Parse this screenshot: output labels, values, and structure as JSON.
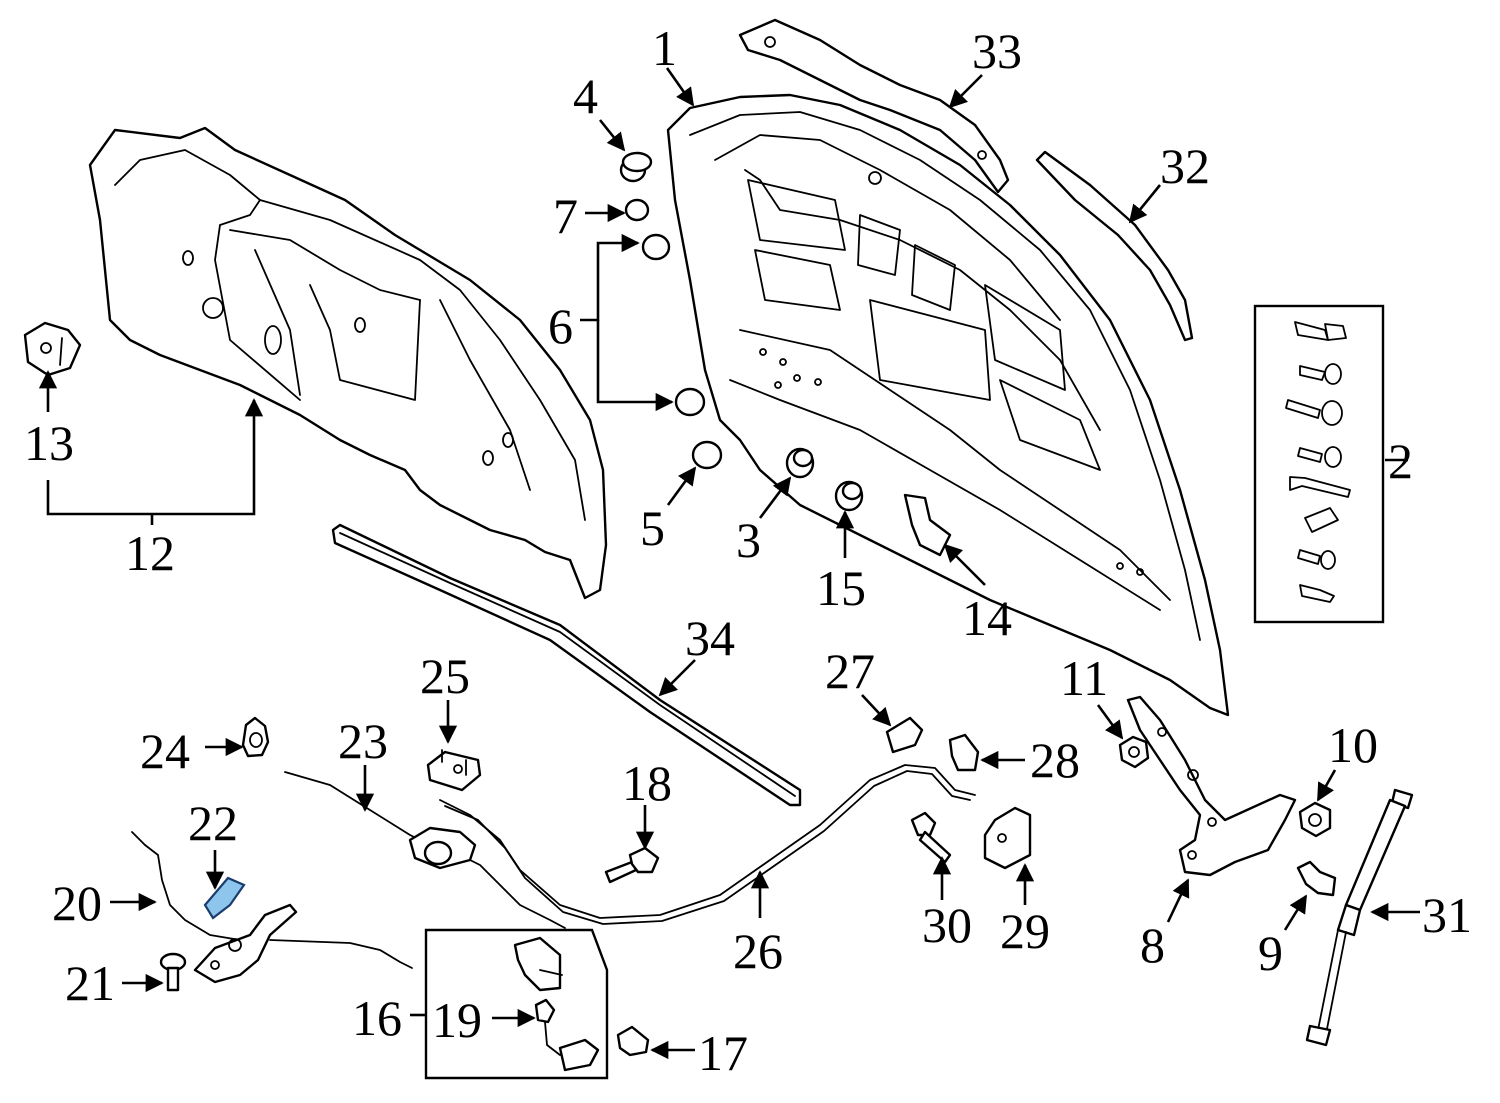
{
  "callouts": {
    "c1": "1",
    "c2": "2",
    "c3": "3",
    "c4": "4",
    "c5": "5",
    "c6": "6",
    "c7": "7",
    "c8": "8",
    "c9": "9",
    "c10": "10",
    "c11": "11",
    "c12": "12",
    "c13": "13",
    "c14": "14",
    "c15": "15",
    "c16": "16",
    "c17": "17",
    "c18": "18",
    "c19": "19",
    "c20": "20",
    "c21": "21",
    "c22": "22",
    "c23": "23",
    "c24": "24",
    "c25": "25",
    "c26": "26",
    "c27": "27",
    "c28": "28",
    "c29": "29",
    "c30": "30",
    "c31": "31",
    "c32": "32",
    "c33": "33",
    "c34": "34"
  },
  "colors": {
    "line": "#000000",
    "background": "#ffffff",
    "highlight_fill": "#8ec5ec",
    "highlight_stroke": "#1a3d6b"
  },
  "highlighted_part": "22"
}
